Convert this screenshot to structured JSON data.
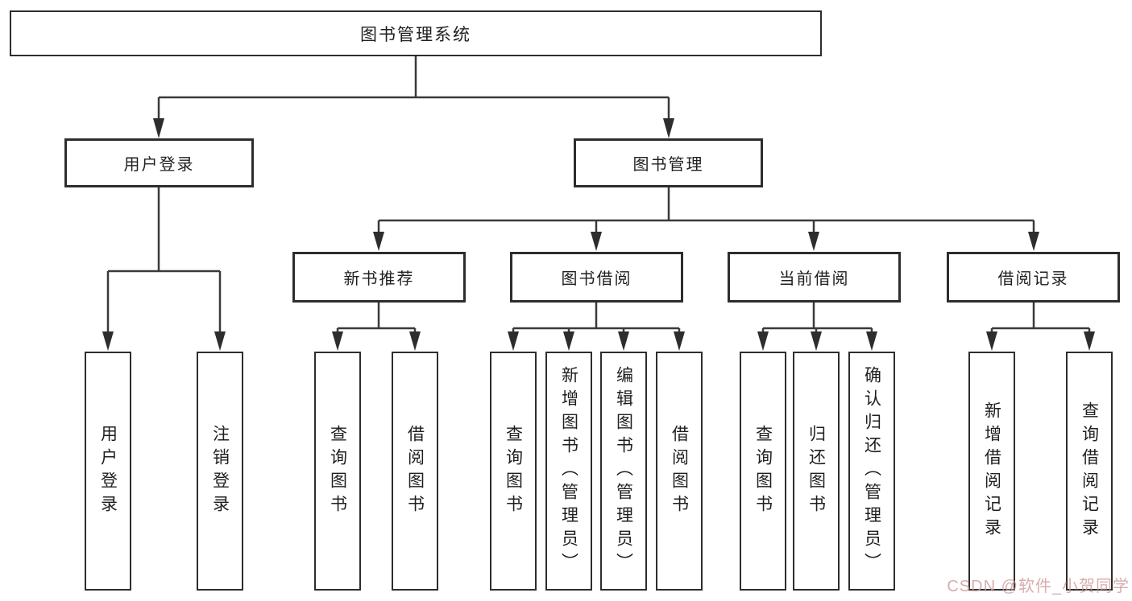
{
  "tree": {
    "label": "图书管理系统",
    "children": [
      {
        "label": "用户登录",
        "children": [
          {
            "label": "用户登录"
          },
          {
            "label": "注销登录"
          }
        ]
      },
      {
        "label": "图书管理",
        "children": [
          {
            "label": "新书推荐",
            "children": [
              {
                "label": "查询图书"
              },
              {
                "label": "借阅图书"
              }
            ]
          },
          {
            "label": "图书借阅",
            "children": [
              {
                "label": "查询图书"
              },
              {
                "label": "新增图书（管理员）"
              },
              {
                "label": "编辑图书（管理员）"
              },
              {
                "label": "借阅图书"
              }
            ]
          },
          {
            "label": "当前借阅",
            "children": [
              {
                "label": "查询图书"
              },
              {
                "label": "归还图书"
              },
              {
                "label": "确认归还（管理员）"
              }
            ]
          },
          {
            "label": "借阅记录",
            "children": [
              {
                "label": "新增借阅记录"
              },
              {
                "label": "查询借阅记录"
              }
            ]
          }
        ]
      }
    ]
  },
  "watermark": {
    "text": "CSDN @软件_小贺同学"
  },
  "colors": {
    "line": "#3a3a3a",
    "box_border": "#2d2d2d",
    "text": "#1f1f1f",
    "background": "#ffffff",
    "watermark": "#cd9898"
  }
}
